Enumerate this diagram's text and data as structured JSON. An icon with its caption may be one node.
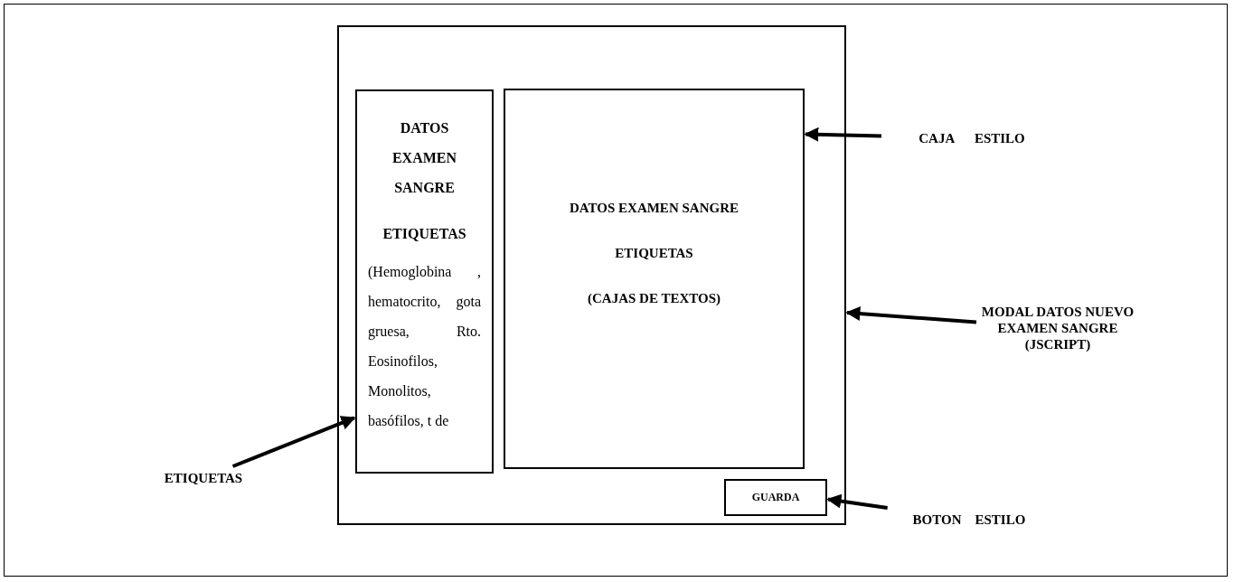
{
  "diagram": {
    "nodes": [
      {
        "text": [],
        "shape": "box"
      },
      {
        "text": [
          "DATOS EXAMEN SANGRE",
          "ETIQUETAS",
          "(Hemoglobina , hematocrito, gota gruesa, Rto. Eosinofilos, Monolitos, basófilos, t de"
        ],
        "in": 0
      },
      {
        "text": [
          "DATOS EXAMEN SANGRE",
          "ETIQUETAS",
          "(CAJAS DE TEXTOS)"
        ],
        "in": 0
      },
      {
        "text": [
          "GUARDA"
        ],
        "in": 0
      },
      {
        "text": [
          "CAJA      ESTILO"
        ]
      },
      {
        "text": [
          "MODAL DATOS NUEVO EXAMEN SANGRE (JSCRIPT)"
        ]
      },
      {
        "text": [
          "BOTON    ESTILO"
        ]
      },
      {
        "text": [
          "ETIQUETAS"
        ]
      }
    ],
    "edges": [
      {
        "from": 4,
        "to": 2,
        "arrow": "to"
      },
      {
        "from": 5,
        "to": 0,
        "arrow": "to"
      },
      {
        "from": 6,
        "to": 3,
        "arrow": "to"
      },
      {
        "from": 7,
        "to": 1,
        "arrow": "to"
      }
    ]
  }
}
